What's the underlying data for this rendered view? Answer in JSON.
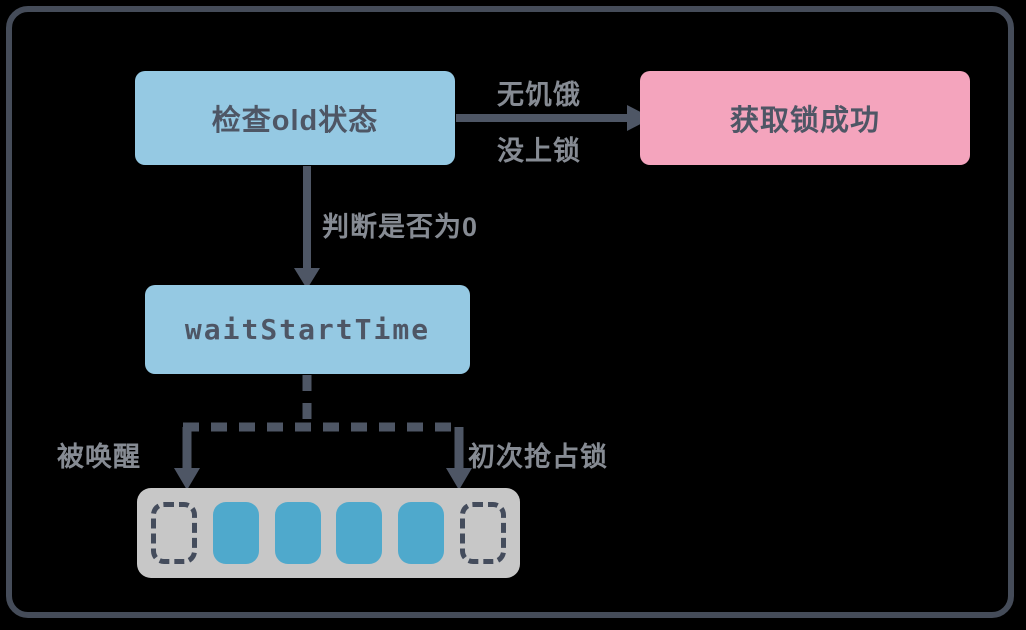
{
  "diagram": {
    "type": "flowchart",
    "title": "",
    "background_color": "#000000",
    "frame_color": "#454c59",
    "nodes": [
      {
        "id": "check-old-state",
        "label": "检查old状态",
        "color": "#95c9e3",
        "text_color": "#4e5665",
        "shape": "rounded-rect"
      },
      {
        "id": "lock-acquired",
        "label": "获取锁成功",
        "color": "#f4a4bd",
        "text_color": "#4e5665",
        "shape": "rounded-rect"
      },
      {
        "id": "wait-start-time",
        "label": "waitStartTime",
        "color": "#95c9e3",
        "text_color": "#4e5665",
        "shape": "rounded-rect",
        "font": "mono"
      }
    ],
    "edges": [
      {
        "from": "check-old-state",
        "to": "lock-acquired",
        "label_top": "无饥饿",
        "label_bottom": "没上锁",
        "style": "solid",
        "direction": "right"
      },
      {
        "from": "check-old-state",
        "to": "wait-start-time",
        "label": "判断是否为0",
        "style": "solid",
        "direction": "down"
      },
      {
        "from": "wait-start-time",
        "to": "wait-queue-left",
        "label": "被唤醒",
        "style": "dashed",
        "direction": "down"
      },
      {
        "from": "wait-start-time",
        "to": "wait-queue-right",
        "label": "初次抢占锁",
        "style": "dashed",
        "direction": "down"
      }
    ],
    "labels": {
      "no_hunger": "无饥饿",
      "no_lock": "没上锁",
      "check_zero": "判断是否为0",
      "awakened": "被唤醒",
      "first_grab": "初次抢占锁",
      "label_color": "#868b93"
    },
    "queue": {
      "name": "wait-queue",
      "container_color": "#c7c7c7",
      "item_color": "#4fa9cc",
      "empty_slot_border_color": "#444c5c",
      "slots": [
        {
          "state": "empty"
        },
        {
          "state": "filled"
        },
        {
          "state": "filled"
        },
        {
          "state": "filled"
        },
        {
          "state": "filled"
        },
        {
          "state": "empty"
        }
      ]
    },
    "arrow_color": "#4e5665"
  }
}
